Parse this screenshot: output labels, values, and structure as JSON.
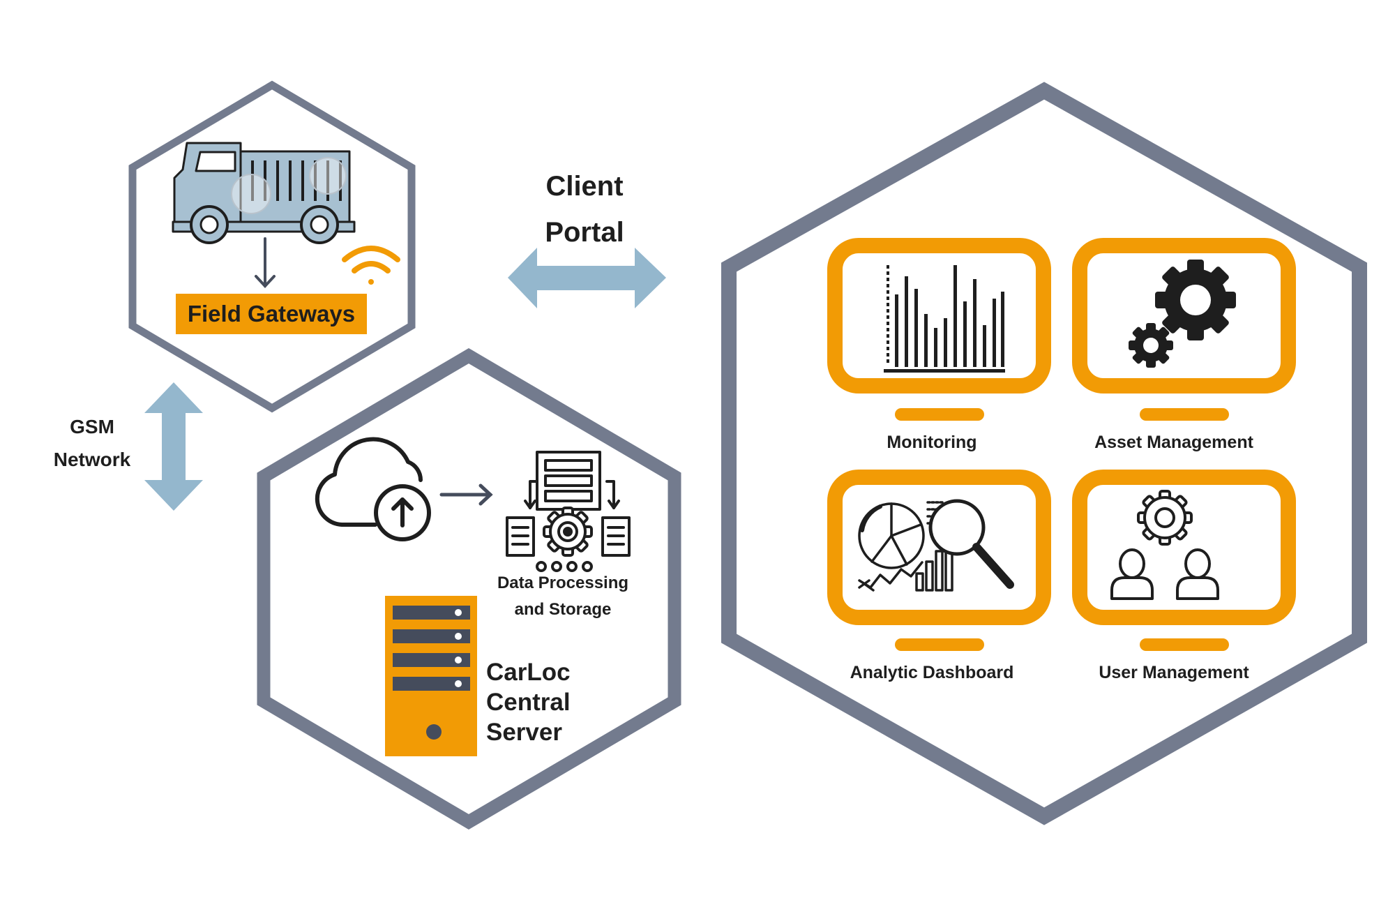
{
  "colors": {
    "hex_frame": "#737b8e",
    "accent_orange": "#f29b05",
    "arrow_blue": "#94b7cd",
    "icon_dark": "#1e1e1e",
    "truck_blue": "#a7c0d1",
    "server_slot": "#454c5c"
  },
  "diagram": {
    "field_gateways": {
      "label": "Field Gateways"
    },
    "gsm": {
      "line1": "GSM",
      "line2": "Network"
    },
    "client_portal": {
      "line1": "Client",
      "line2": "Portal"
    },
    "server_zone": {
      "processing": {
        "line1": "Data Processing",
        "line2": "and Storage"
      },
      "server": {
        "line1": "CarLoc",
        "line2": "Central",
        "line3": "Server"
      }
    },
    "portal_modules": [
      {
        "label": "Monitoring",
        "icon": "bar-chart-icon"
      },
      {
        "label": "Asset Management",
        "icon": "gears-icon"
      },
      {
        "label": "Analytic Dashboard",
        "icon": "analytics-magnifier-icon"
      },
      {
        "label": "User Management",
        "icon": "users-gear-icon"
      }
    ]
  }
}
